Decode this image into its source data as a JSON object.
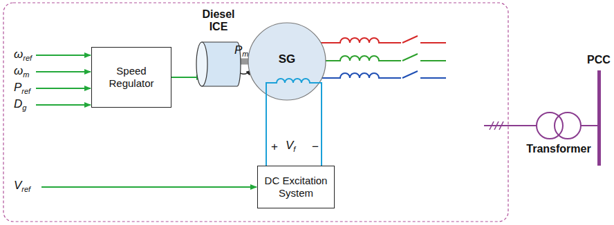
{
  "diagram": {
    "nodes": [
      {
        "text": [
          "Speed Regulator"
        ]
      },
      {
        "text": [
          "Diesel ICE"
        ]
      },
      {
        "text": [
          "SG"
        ]
      },
      {
        "text": [
          "DC Excitation System"
        ]
      },
      {
        "text": [
          "Transformer"
        ]
      },
      {
        "text": [
          "PCC"
        ]
      }
    ],
    "edges": [
      {
        "from": 0,
        "to": 1,
        "arrow": "to"
      },
      {
        "from": 1,
        "to": 2,
        "arrow": "none"
      },
      {
        "from": 3,
        "to": 2,
        "arrow": "none"
      },
      {
        "from": 2,
        "to": 4,
        "arrow": "none"
      },
      {
        "from": 4,
        "to": 5,
        "arrow": "none"
      }
    ],
    "labels": [
      "ωref",
      "ωm",
      "Pref",
      "Dg",
      "Pm",
      "+",
      "Vf",
      "−",
      "Vref"
    ]
  }
}
